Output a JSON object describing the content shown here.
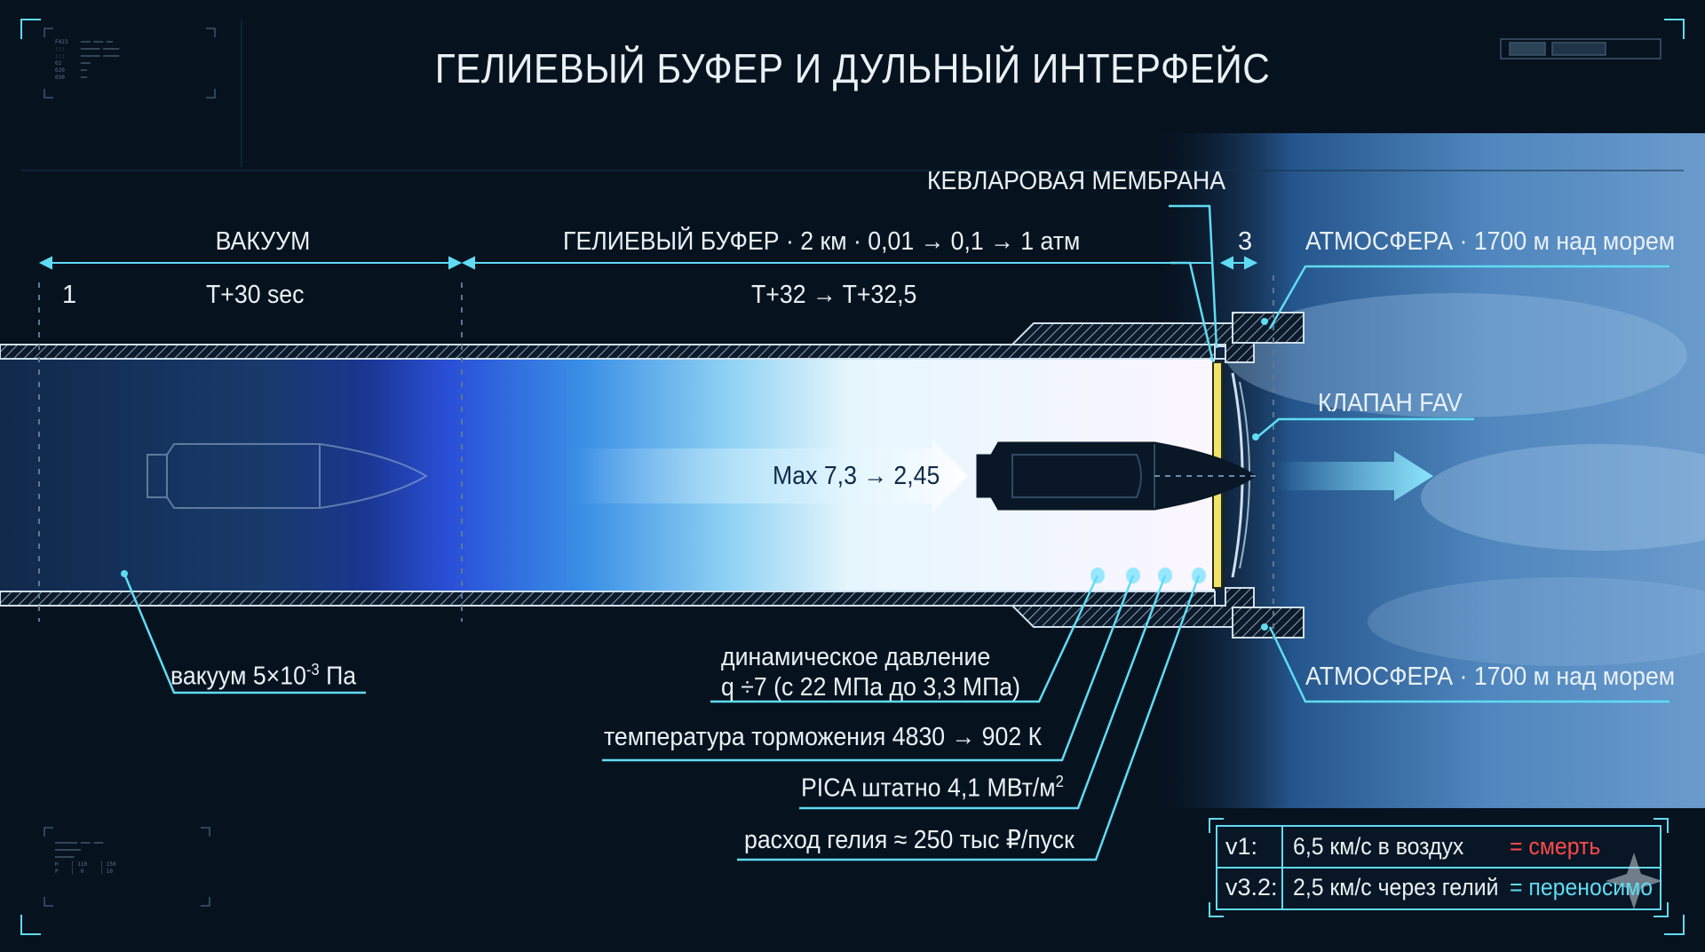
{
  "title": "ГЕЛИЕВЫЙ БУФЕР И ДУЛЬНЫЙ ИНТЕРФЕЙС",
  "zones": {
    "vacuum": {
      "label": "ВАКУУМ",
      "index": "1",
      "time": "T+30 sec",
      "pressure_text": "вакуум 5×10",
      "pressure_exp": "-3",
      "pressure_unit": " Па"
    },
    "helium": {
      "label": "ГЕЛИЕВЫЙ БУФЕР · 2 км · 0,01 → 0,1 → 1 атм",
      "time": "T+32 → T+32,5",
      "mach": "Max 7,3 → 2,45"
    },
    "membrane": {
      "label": "КЕВЛАРОВАЯ МЕМБРАНА",
      "index": "3"
    },
    "atmosphere": {
      "label_top": "АТМОСФЕРА · 1700 м над морем",
      "label_bottom": "АТМОСФЕРА · 1700 м над морем"
    },
    "valve": {
      "label": "КЛАПАН FAV"
    }
  },
  "callouts": {
    "dynamic_pressure_1": "динамическое давление",
    "dynamic_pressure_2": "q ÷7 (с 22 МПа до 3,3 МПа)",
    "stagnation_temp": "температура торможения 4830 → 902 К",
    "pica_text": "PICA штатно 4,1 МВт/м",
    "pica_exp": "2",
    "helium_cost": "расход гелия ≈ 250 тыс ₽/пуск"
  },
  "comparison": [
    {
      "version": "v1:",
      "text": "6,5 км/с в воздух",
      "result": "= смерть",
      "color": "#ff4a4a"
    },
    {
      "version": "v3.2:",
      "text": "2,5 км/с через гелий",
      "result": "= переносимо",
      "color": "#5fdcf3"
    }
  ],
  "colors": {
    "background": "#07121f",
    "accent": "#5fdcf3",
    "membrane": "#f2e36b",
    "danger": "#ff4a4a"
  }
}
